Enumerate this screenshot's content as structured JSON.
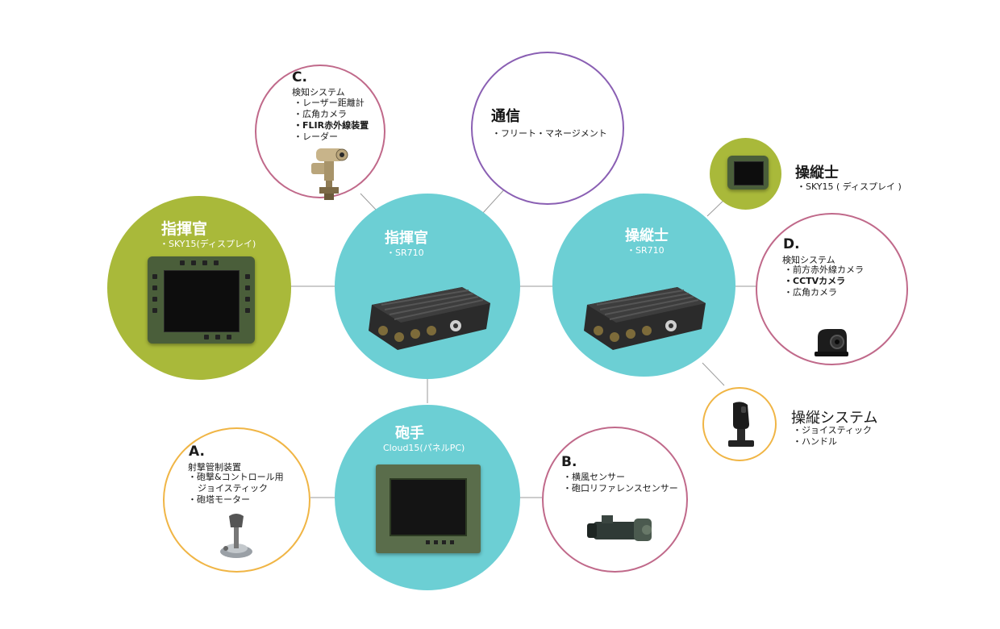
{
  "colors": {
    "teal": "#6ccfd4",
    "olive": "#a9b93a",
    "pink": "#c0698a",
    "purple": "#8a5fb3",
    "orange": "#f0b545",
    "line": "#9a9a9a"
  },
  "center": {
    "commander": {
      "title": "指揮官",
      "sub": "・SR710",
      "icon": "rugged-computer-icon"
    },
    "driver": {
      "title": "操縦士",
      "sub": "・SR710",
      "icon": "rugged-computer-icon"
    },
    "gunner": {
      "title": "砲手",
      "sub": "Cloud15(パネルPC)",
      "icon": "panel-pc-icon"
    }
  },
  "commander_display": {
    "title": "指揮官",
    "sub": "・SKY15(ディスプレイ)",
    "icon": "display-icon"
  },
  "driver_display": {
    "title": "操縦士",
    "sub": "・SKY15 ( ディスプレイ )",
    "icon": "display-icon"
  },
  "comms": {
    "title": "通信",
    "items": [
      "・フリート・マネージメント"
    ]
  },
  "detect_c": {
    "letter": "C.",
    "heading": "検知システム",
    "items": [
      "・レーザー距離計",
      "・広角カメラ",
      "・FLIR赤外線装置",
      "・レーダー"
    ],
    "icon": "sensor-turret-icon"
  },
  "detect_d": {
    "letter": "D.",
    "heading": "検知システム",
    "items": [
      "・前方赤外線カメラ",
      "・CCTVカメラ",
      "・広角カメラ"
    ],
    "icon": "camera-icon"
  },
  "fire_a": {
    "letter": "A.",
    "heading": "射撃管制装置",
    "items": [
      "・砲撃&コントロール用",
      "ジョイスティック",
      "・砲塔モーター"
    ],
    "icon": "joystick-icon"
  },
  "sensor_b": {
    "letter": "B.",
    "items": [
      "・横風センサー",
      "・砲口リファレンスセンサー"
    ],
    "icon": "muzzle-sensor-icon"
  },
  "steering": {
    "title": "操縦システム",
    "items": [
      "・ジョイスティック",
      "・ハンドル"
    ],
    "icon": "joystick-icon"
  }
}
